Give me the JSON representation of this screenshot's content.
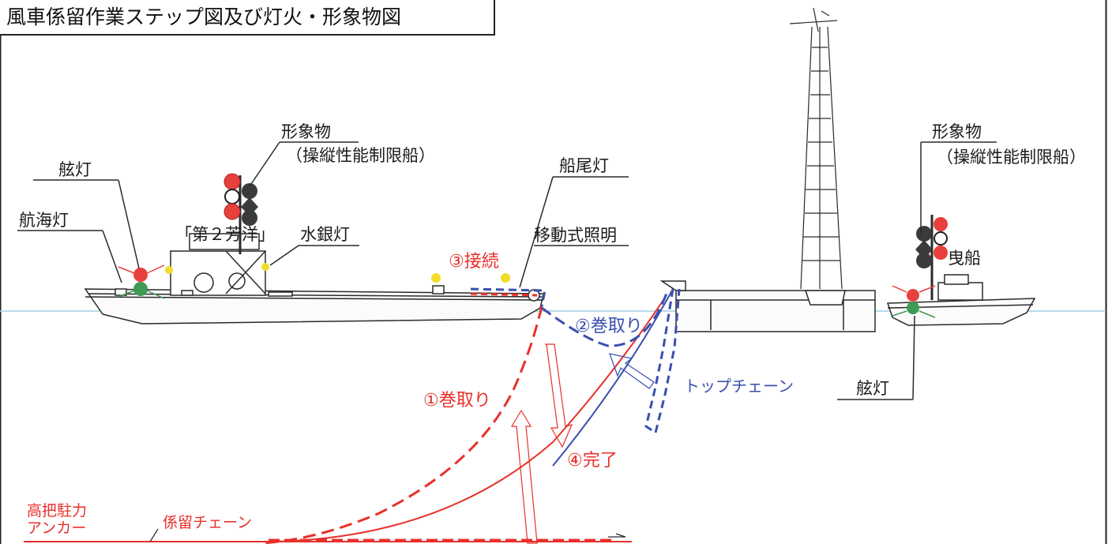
{
  "title": "風車係留作業ステップ図及び灯火・形象物図",
  "labels": {
    "shape_left": "形象物",
    "shape_left_sub": "（操縦性能制限船）",
    "shape_right": "形象物",
    "shape_right_sub": "（操縦性能制限船）",
    "mast_light": "舷灯",
    "nav_light": "航海灯",
    "barge_name": "「第２芳洋」",
    "mercury_light": "水銀灯",
    "stern_light": "船尾灯",
    "portable_light": "移動式照明",
    "tug": "曳船",
    "side_light_right": "舷灯",
    "anchor": "高把駐力",
    "anchor_line2": "アンカー",
    "mooring_chain": "係留チェーン",
    "top_chain": "トップチェーン"
  },
  "steps": {
    "s1": "①巻取り",
    "s2": "②巻取り",
    "s3": "③接続",
    "s4": "④完了"
  },
  "colors": {
    "red_light": "#e8403c",
    "green_light": "#3e9a55",
    "yellow_light": "#f0dd2a",
    "step_red": "#e8302a",
    "step_blue": "#3a4fae",
    "water": "#9fcfe6",
    "line": "#2a2a2a"
  }
}
